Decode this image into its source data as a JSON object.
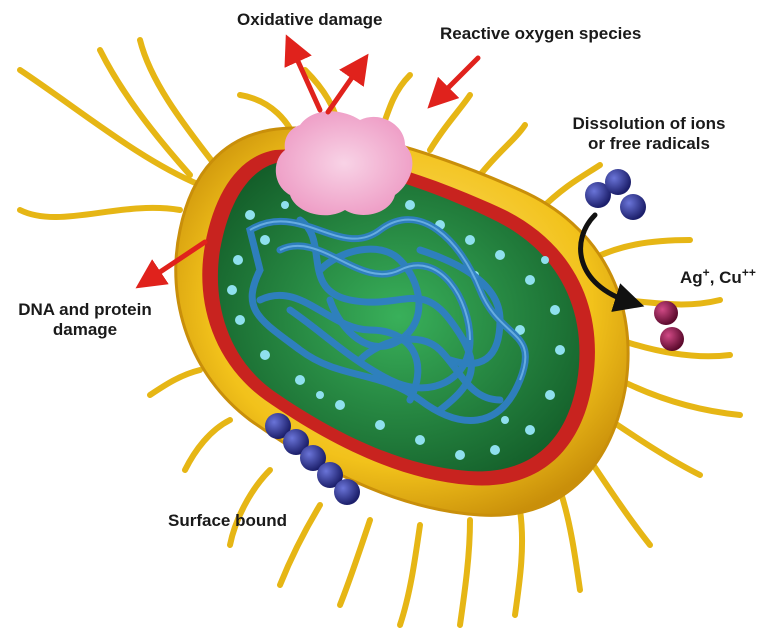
{
  "labels": {
    "oxidative": "Oxidative damage",
    "ros": "Reactive oxygen species",
    "dissolution_line1": "Dissolution of ions",
    "dissolution_line2": "or free radicals",
    "dna_line1": "DNA and protein",
    "dna_line2": "damage",
    "surface": "Surface bound",
    "ion_ag": "Ag",
    "ion_ag_charge": "+",
    "ion_sep": ", ",
    "ion_cu": "Cu",
    "ion_cu_charge": "++"
  },
  "colors": {
    "capsule": "#f2c21b",
    "capsule_edge": "#c98f0a",
    "membrane": "#c8231f",
    "cytoplasm": "#1f8a3e",
    "dna": "#2f7fc4",
    "ribosome": "#8fe0ee",
    "ros_blob": "#f2a8cc",
    "arrow": "#e0221c",
    "ion_blue": "#2b2f8f",
    "ion_purple": "#8a1245"
  },
  "icons": {
    "flagella": "yellow-flagella",
    "arrows": "red-arrow",
    "curved_arrow": "black-curved-arrow"
  }
}
